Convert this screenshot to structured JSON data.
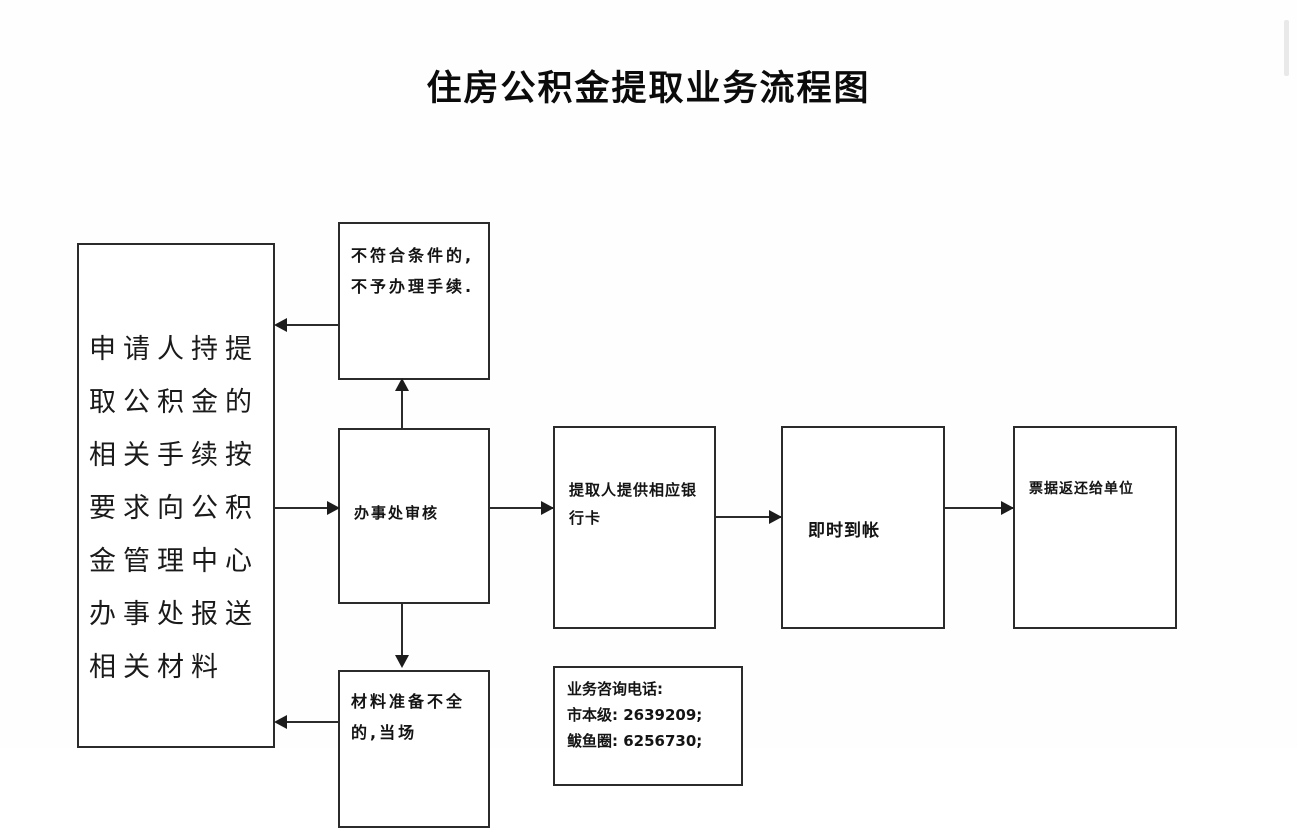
{
  "document": {
    "title": "住房公积金提取业务流程图"
  },
  "flowchart": {
    "type": "flowchart",
    "orientation": "left-to-right",
    "nodes": [
      {
        "id": "applicant",
        "label": "申请人持提取公积金的相关手续按要求向公积金管理中心办事处报送相关材料",
        "shape": "rectangle"
      },
      {
        "id": "reject",
        "label": "不符合条件的,不予办理手续.",
        "shape": "rectangle"
      },
      {
        "id": "audit",
        "label": "办事处审核",
        "shape": "rectangle"
      },
      {
        "id": "bankcard",
        "label": "提取人提供相应银行卡",
        "shape": "rectangle"
      },
      {
        "id": "instant",
        "label": "即时到帐",
        "shape": "rectangle"
      },
      {
        "id": "receipt",
        "label": "票据返还给单位",
        "shape": "rectangle"
      },
      {
        "id": "incomplete",
        "label": "材料准备不全的,当场",
        "shape": "rectangle",
        "clipped": "true"
      }
    ],
    "edges": [
      {
        "from": "applicant",
        "to": "audit",
        "direction": "right"
      },
      {
        "from": "audit",
        "to": "reject",
        "direction": "up"
      },
      {
        "from": "reject",
        "to": "applicant",
        "direction": "left"
      },
      {
        "from": "audit",
        "to": "bankcard",
        "direction": "right"
      },
      {
        "from": "bankcard",
        "to": "instant",
        "direction": "right"
      },
      {
        "from": "instant",
        "to": "receipt",
        "direction": "right"
      },
      {
        "from": "audit",
        "to": "incomplete",
        "direction": "down"
      },
      {
        "from": "incomplete",
        "to": "applicant",
        "direction": "left"
      }
    ]
  },
  "note": {
    "heading": "业务咨询电话:",
    "lines": [
      "市本级: 2639209;",
      "鲅鱼圈: 6256730;"
    ]
  },
  "colors": {
    "page_background": "#ffffff",
    "border": "#2b2b2b",
    "text": "#141414",
    "title": "#0b0b0b"
  }
}
